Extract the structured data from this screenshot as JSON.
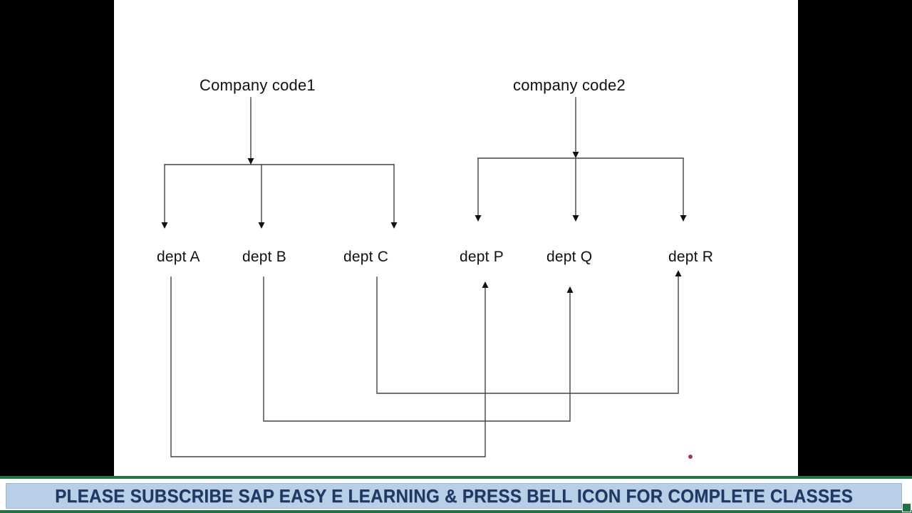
{
  "slide": {
    "background_color": "#ffffff",
    "letterbox_color": "#000000",
    "line_color": "#444444"
  },
  "diagram": {
    "type": "org-hierarchy-with-crosslinks",
    "roots": [
      {
        "id": "cc1",
        "label": "Company code1"
      },
      {
        "id": "cc2",
        "label": "company code2"
      }
    ],
    "departments_left": [
      {
        "id": "deptA",
        "label": "dept A"
      },
      {
        "id": "deptB",
        "label": "dept B"
      },
      {
        "id": "deptC",
        "label": "dept C"
      }
    ],
    "departments_right": [
      {
        "id": "deptP",
        "label": "dept P"
      },
      {
        "id": "deptQ",
        "label": "dept Q"
      },
      {
        "id": "deptR",
        "label": "dept R"
      }
    ],
    "cross_links": [
      {
        "from": "deptA",
        "to": "deptP"
      },
      {
        "from": "deptB",
        "to": "deptQ"
      },
      {
        "from": "deptC",
        "to": "deptR"
      }
    ]
  },
  "banner": {
    "text": "PLEASE SUBSCRIBE SAP EASY E LEARNING & PRESS BELL ICON FOR COMPLETE CLASSES",
    "text_color": "#1f3864",
    "fill_color": "#b9cfe7",
    "border_color": "#217346"
  }
}
